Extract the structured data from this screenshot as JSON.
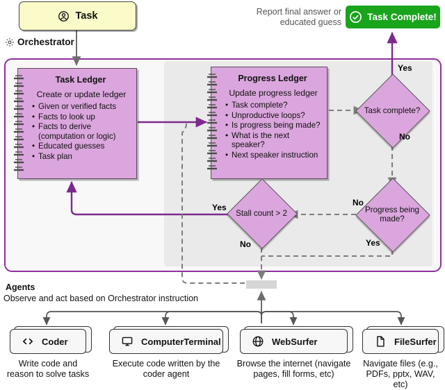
{
  "diagram": {
    "title": "Magentic-One Orchestrator Flow",
    "colors": {
      "accent_purple": "#8e2f9e",
      "node_fill": "#dba6dd",
      "task_fill": "#fafbc8",
      "success_green": "#18a41b",
      "panel_gray": "#eaeaea"
    }
  },
  "start": {
    "label": "Task",
    "icon": "user-circle-icon"
  },
  "orchestrator": {
    "label": "Orchestrator",
    "icon": "gear-icon"
  },
  "task_ledger": {
    "title": "Task Ledger",
    "subtitle": "Create or update ledger",
    "items": [
      "Given or verified facts",
      "Facts to look up",
      "Facts to derive (computation or logic)",
      "Educated guesses",
      "Task plan"
    ]
  },
  "progress_ledger": {
    "title": "Progress Ledger",
    "subtitle": "Update progress ledger",
    "items": [
      "Task complete?",
      "Unproductive loops?",
      "Is progress being made?",
      "What is the next speaker?",
      "Next speaker instruction"
    ]
  },
  "decisions": [
    {
      "id": "task-complete",
      "label": "Task complete?",
      "yes": "Yes",
      "no": "No"
    },
    {
      "id": "progress-made",
      "label": "Progress being made?",
      "yes": "Yes",
      "no": "No"
    },
    {
      "id": "stall-count",
      "label": "Stall count > 2",
      "yes": "Yes",
      "no": "No"
    }
  ],
  "edge_labels": {
    "task_complete_yes": "Yes",
    "task_complete_no": "No",
    "progress_no": "No",
    "progress_yes": "Yes",
    "stall_yes": "Yes",
    "stall_no": "No"
  },
  "completion": {
    "caption": "Report final answer or educated guess",
    "button_label": "Task Complete!",
    "button_icon": "check-circle-icon"
  },
  "agents_section": {
    "title": "Agents",
    "subtitle": "Observe and act based on Orchestrator instruction",
    "agents": [
      {
        "name": "Coder",
        "icon": "code-icon",
        "caption": "Write code and reason to solve tasks"
      },
      {
        "name": "ComputerTerminal",
        "icon": "monitor-icon",
        "caption": "Execute code written by the coder agent"
      },
      {
        "name": "WebSurfer",
        "icon": "globe-icon",
        "caption": "Browse the internet (navigate pages, fill forms, etc)"
      },
      {
        "name": "FileSurfer",
        "icon": "document-icon",
        "caption": "Navigate files (e.g., PDFs, pptx, WAV, etc)"
      }
    ]
  }
}
